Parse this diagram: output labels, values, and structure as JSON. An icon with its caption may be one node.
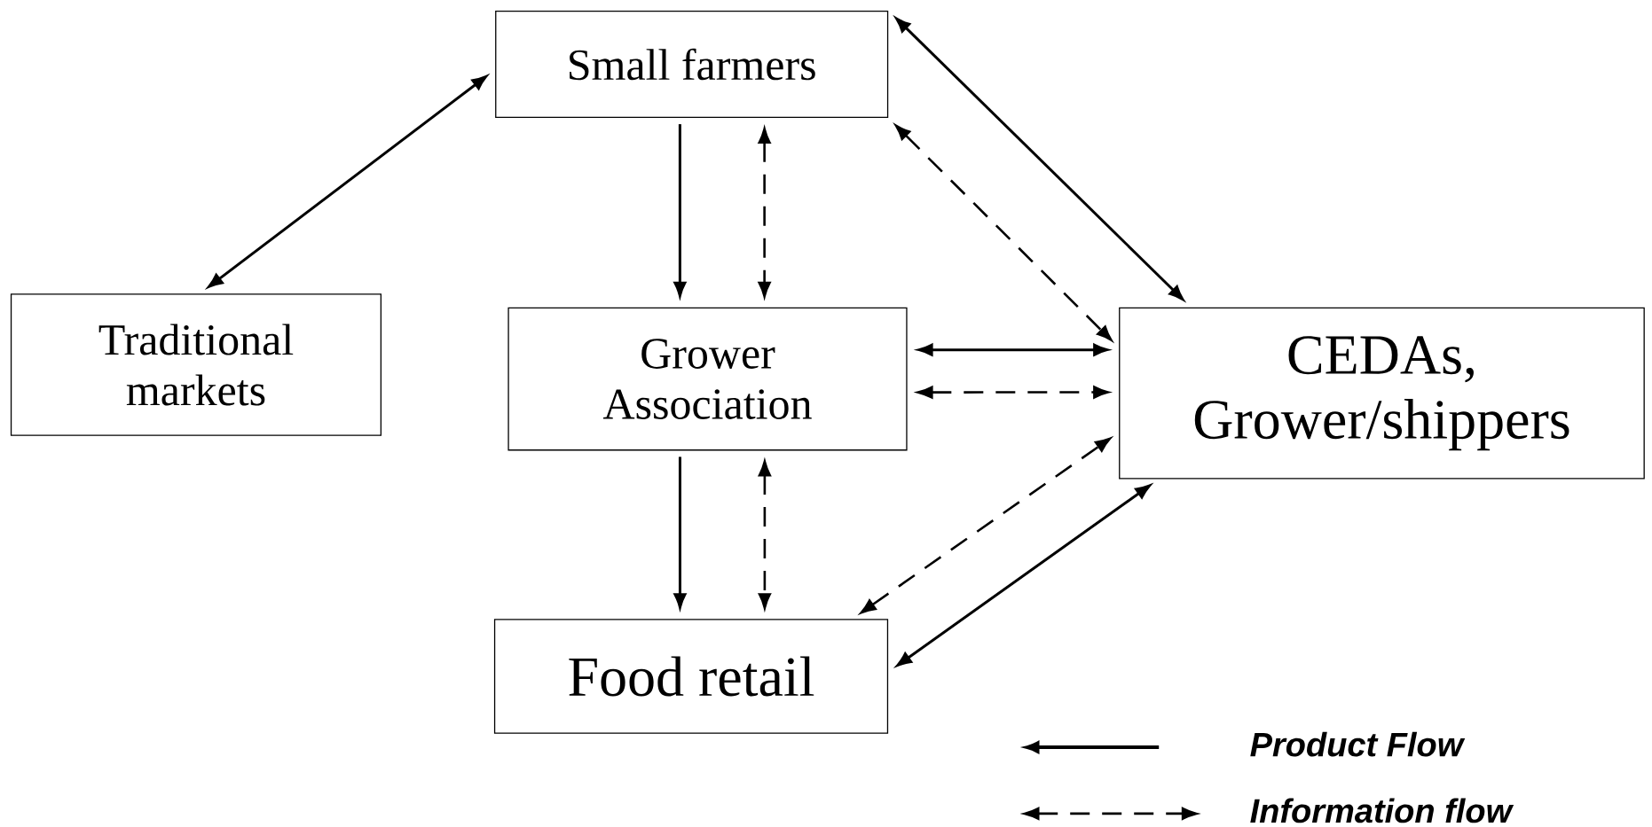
{
  "diagram": {
    "nodes": [
      {
        "text": [
          "Small farmers"
        ]
      },
      {
        "text": [
          "Traditional markets"
        ]
      },
      {
        "text": [
          "Grower Association"
        ]
      },
      {
        "text": [
          "CEDAs, Grower/shippers"
        ]
      },
      {
        "text": [
          "Food retail"
        ]
      }
    ],
    "edges": [
      {
        "from": 1,
        "to": 0,
        "arrow": "both"
      },
      {
        "from": 0,
        "to": 2,
        "arrow": "to"
      },
      {
        "from": 0,
        "to": 2,
        "arrow": "both",
        "style": "dashed"
      },
      {
        "from": 0,
        "to": 3,
        "arrow": "both"
      },
      {
        "from": 0,
        "to": 3,
        "arrow": "both",
        "style": "dashed"
      },
      {
        "from": 2,
        "to": 3,
        "arrow": "both"
      },
      {
        "from": 2,
        "to": 3,
        "arrow": "both",
        "style": "dashed"
      },
      {
        "from": 2,
        "to": 4,
        "arrow": "to"
      },
      {
        "from": 2,
        "to": 4,
        "arrow": "both",
        "style": "dashed"
      },
      {
        "from": 4,
        "to": 3,
        "arrow": "both",
        "style": "dashed"
      },
      {
        "from": 4,
        "to": 3,
        "arrow": "both"
      }
    ],
    "legend": [
      {
        "text": "Product Flow"
      },
      {
        "text": "Information flow"
      }
    ]
  }
}
